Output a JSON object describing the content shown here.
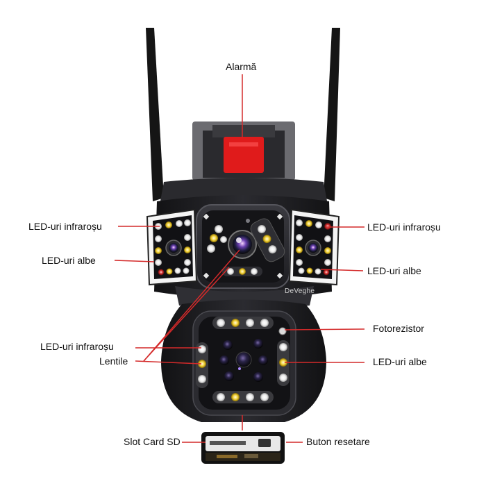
{
  "labels": {
    "alarm": "Alarmă",
    "ir_left": "LED-uri infraroșu",
    "white_left": "LED-uri albe",
    "ir_right": "LED-uri infraroșu",
    "white_right": "LED-uri albe",
    "photoresistor": "Fotorezistor",
    "ir_lower": "LED-uri infraroșu",
    "lenses": "Lentile",
    "white_lower": "LED-uri albe",
    "sd_slot": "Slot Card SD",
    "reset": "Buton resetare"
  },
  "brand": "DeVeghe",
  "colors": {
    "leader": "#d42a2a",
    "body": "#1c1c1f",
    "alarm": "#e01b1b"
  }
}
